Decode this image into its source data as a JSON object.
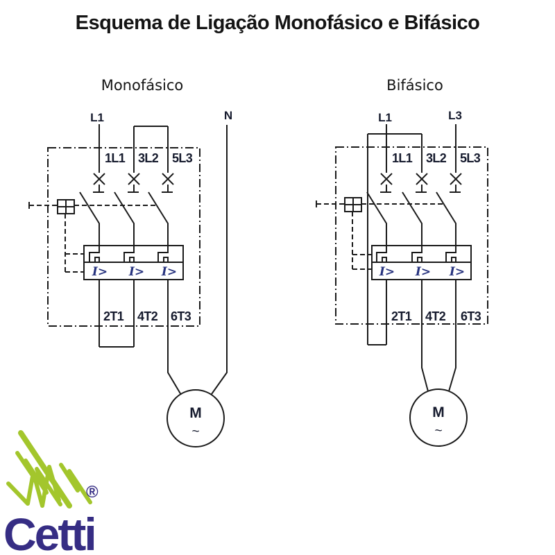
{
  "title": "Esquema de Ligação Monofásico e Bifásico",
  "colors": {
    "line": "#1a1a1a",
    "label": "#151a2d",
    "trip_label": "#26327e",
    "brand_purple": "#362d84",
    "brand_green": "#a3c62c"
  },
  "diagrams": {
    "monofasico": {
      "heading": "Monofásico",
      "supply_left": "L1",
      "supply_right": "N",
      "inputs": [
        "1L1",
        "3L2",
        "5L3"
      ],
      "outputs": [
        "2T1",
        "4T2",
        "6T3"
      ],
      "trip": "I>",
      "motor_label": "M",
      "motor_symbol": "~"
    },
    "bifasico": {
      "heading": "Bifásico",
      "supply_left": "L1",
      "supply_right": "L3",
      "inputs": [
        "1L1",
        "3L2",
        "5L3"
      ],
      "outputs": [
        "2T1",
        "4T2",
        "6T3"
      ],
      "trip": "I>",
      "motor_label": "M",
      "motor_symbol": "~"
    }
  },
  "logo": {
    "name": "Cetti",
    "registered": "®"
  }
}
